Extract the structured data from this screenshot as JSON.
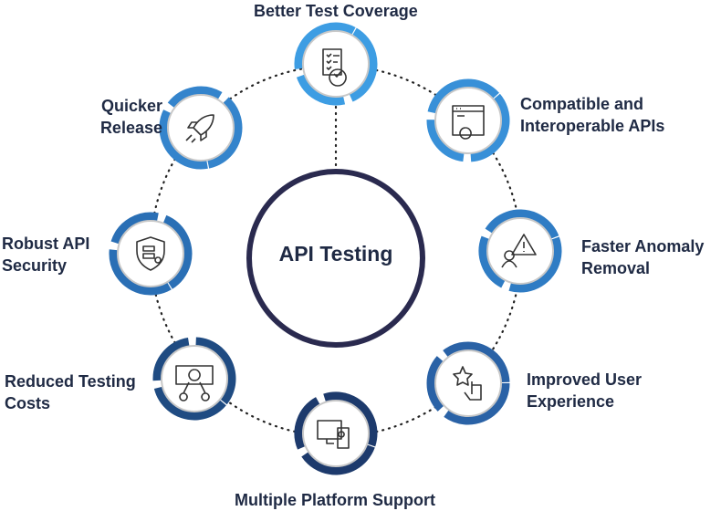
{
  "title": "API Testing",
  "nodes": [
    {
      "label": "Better Test Coverage",
      "icon": "checklist-icon",
      "color": "#3d9de3"
    },
    {
      "label": "Compatible and Interoperable APIs",
      "icon": "api-window-icon",
      "color": "#3890d8"
    },
    {
      "label": "Faster Anomaly Removal",
      "icon": "warning-user-icon",
      "color": "#2f7cc4"
    },
    {
      "label": "Improved User Experience",
      "icon": "star-hand-icon",
      "color": "#2a62a6"
    },
    {
      "label": "Multiple Platform Support",
      "icon": "devices-icon",
      "color": "#1d3a6c"
    },
    {
      "label": "Reduced Testing Costs",
      "icon": "money-scissors-icon",
      "color": "#1f4b82"
    },
    {
      "label": "Robust API Security",
      "icon": "shield-server-icon",
      "color": "#2a6fb5"
    },
    {
      "label": "Quicker Release",
      "icon": "rocket-icon",
      "color": "#3484cc"
    }
  ],
  "center_color": "#2a2a4f"
}
